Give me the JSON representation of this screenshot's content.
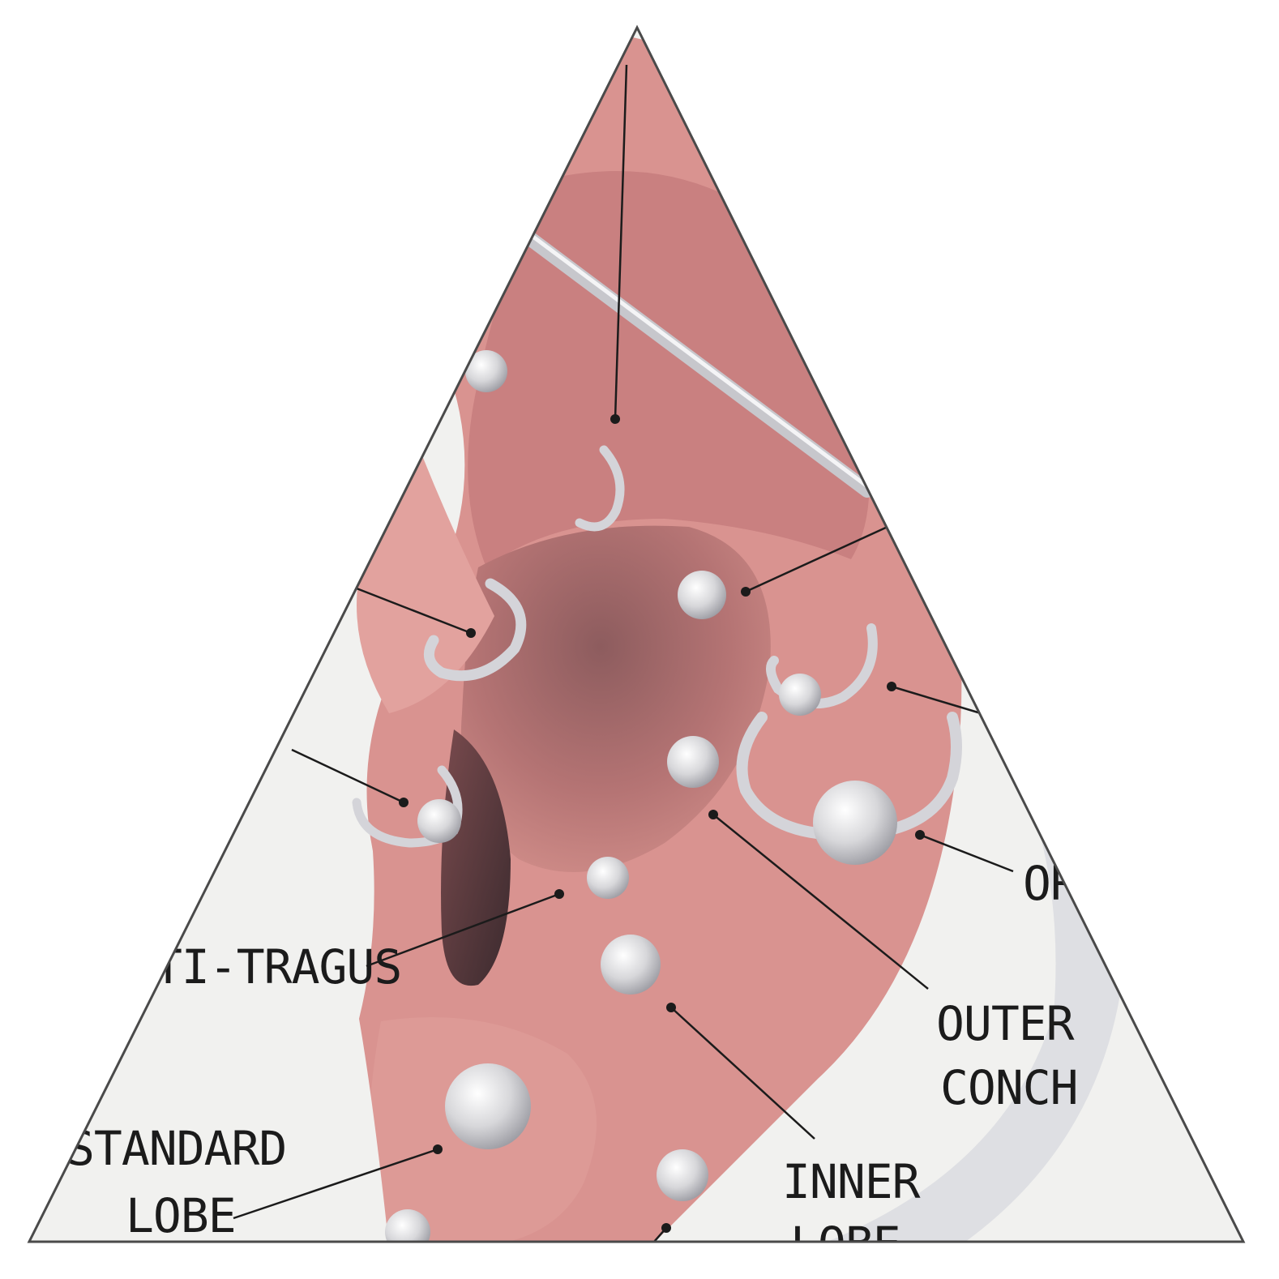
{
  "diagram": {
    "subject": "Ear piercing locations",
    "colors": {
      "paper": "#f1f1ef",
      "skin": "#d98f8c",
      "skin_dark": "#b56a6a",
      "shadow": "#6e4646",
      "jewelry": "#d9d9dc",
      "ink": "#1b1b1b",
      "outline": "#555555"
    },
    "labels": {
      "anti_tragus": "TI-TRAGUS",
      "outer_conch_line1": "OUTER",
      "outer_conch_line2": "CONCH",
      "standard_lobe_line1": "STANDARD",
      "standard_lobe_line2": "LOBE",
      "inner_lobe_line1": "INNER",
      "inner_lobe_line2": "LOBE",
      "orbital_partial": "OR"
    }
  }
}
